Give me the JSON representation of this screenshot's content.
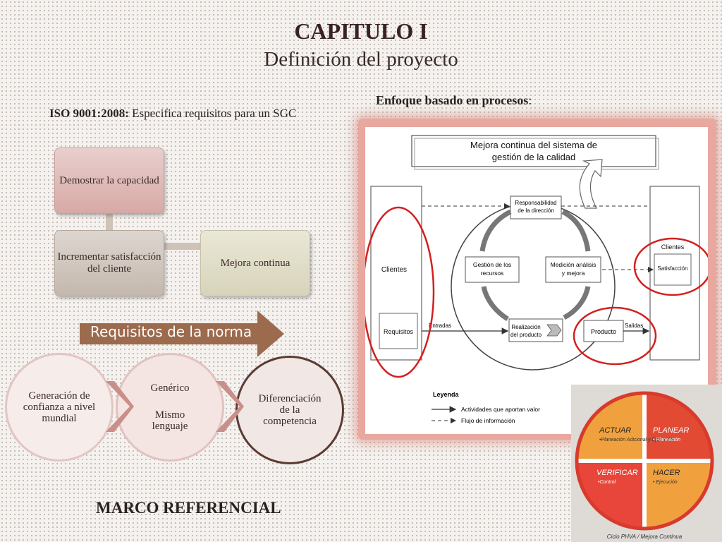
{
  "header": {
    "title": "CAPITULO I",
    "subtitle": "Definición del proyecto"
  },
  "left": {
    "iso_bold": "ISO 9001:2008:",
    "iso_text": " Especifica requisitos para un SGC",
    "boxes": [
      "Demostrar la capacidad",
      "Incrementar satisfacción del cliente",
      "Mejora continua"
    ],
    "requirements_label": "Requisitos de la norma",
    "circles": {
      "c1": "Generación de confianza a nivel mundial",
      "c2_a": "Genérico",
      "c2_b": "Mismo lenguaje",
      "c3": "Diferenciación de la competencia"
    },
    "footer": "MARCO REFERENCIAL"
  },
  "right": {
    "heading": "Enfoque basado en procesos",
    "heading_colon": ":",
    "process_diagram": {
      "top_box_line1": "Mejora continua del sistema de",
      "top_box_line2": "gestión de la calidad",
      "left_col_clients": "Clientes",
      "left_col_requirements": "Requisitos",
      "right_col_clients": "Clientes",
      "right_col_satisfaction": "Satisfacción",
      "resp_line1": "Responsabilidad",
      "resp_line2": "de la dirección",
      "recursos_line1": "Gestión de los",
      "recursos_line2": "recursos",
      "medicion_line1": "Medición análisis",
      "medicion_line2": "y mejora",
      "realizacion_line1": "Realización",
      "realizacion_line2": "del producto",
      "producto": "Producto",
      "entradas": "Entradas",
      "salidas": "Salidas",
      "legend_title": "Leyenda",
      "legend_item1": "Actividades que aportan valor",
      "legend_item2": "Flujo de información"
    },
    "phva": {
      "actuar": "ACTUAR",
      "actuar_sub": "•Planeación Adicional y Ejecución",
      "planear": "PLANEAR",
      "planear_sub": "• Planeación",
      "verificar": "VERIFICAR",
      "verificar_sub": "•Control",
      "hacer": "HACER",
      "hacer_sub": "• Ejecución",
      "caption": "Ciclo PHVA / Mejora Continua"
    }
  },
  "colors": {
    "accent_red": "#d32020",
    "arrow_brown": "#9c6a4c",
    "phva_red": "#e0402a",
    "phva_orange": "#f0a13d"
  }
}
